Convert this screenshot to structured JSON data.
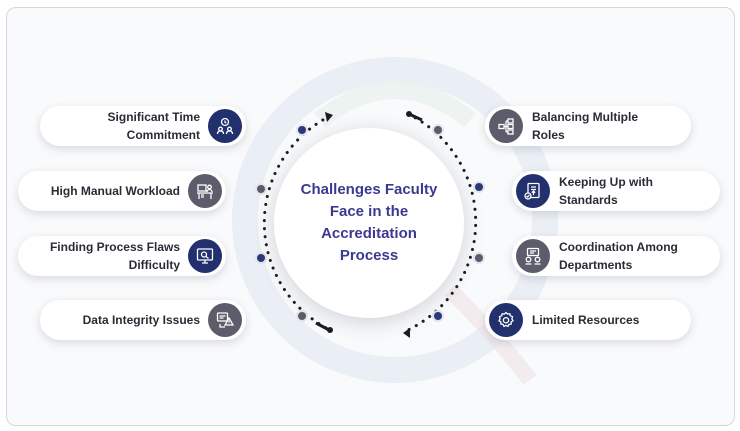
{
  "title": "Challenges Faculty Face in the Accreditation Process",
  "colors": {
    "navy": "#22306d",
    "gray": "#5c5c6b",
    "title_text": "#3c3a90",
    "label_text": "#2b2b36"
  },
  "left_items": [
    {
      "label_line1": "Significant Time",
      "label_line2": "Commitment",
      "icon": "people-clock-icon",
      "color": "navy"
    },
    {
      "label_line1": "High Manual Workload",
      "label_line2": "",
      "icon": "desk-worker-icon",
      "color": "gray"
    },
    {
      "label_line1": "Finding Process Flaws",
      "label_line2": "Difficulty",
      "icon": "monitor-search-icon",
      "color": "navy"
    },
    {
      "label_line1": "Data Integrity Issues",
      "label_line2": "",
      "icon": "data-warning-icon",
      "color": "gray"
    }
  ],
  "right_items": [
    {
      "label_line1": "Balancing Multiple",
      "label_line2": "Roles",
      "icon": "org-chart-icon",
      "color": "gray"
    },
    {
      "label_line1": "Keeping Up with",
      "label_line2": "Standards",
      "icon": "document-check-icon",
      "color": "navy"
    },
    {
      "label_line1": "Coordination Among",
      "label_line2": "Departments",
      "icon": "team-board-icon",
      "color": "gray"
    },
    {
      "label_line1": "Limited Resources",
      "label_line2": "",
      "icon": "gear-shield-icon",
      "color": "navy"
    }
  ]
}
